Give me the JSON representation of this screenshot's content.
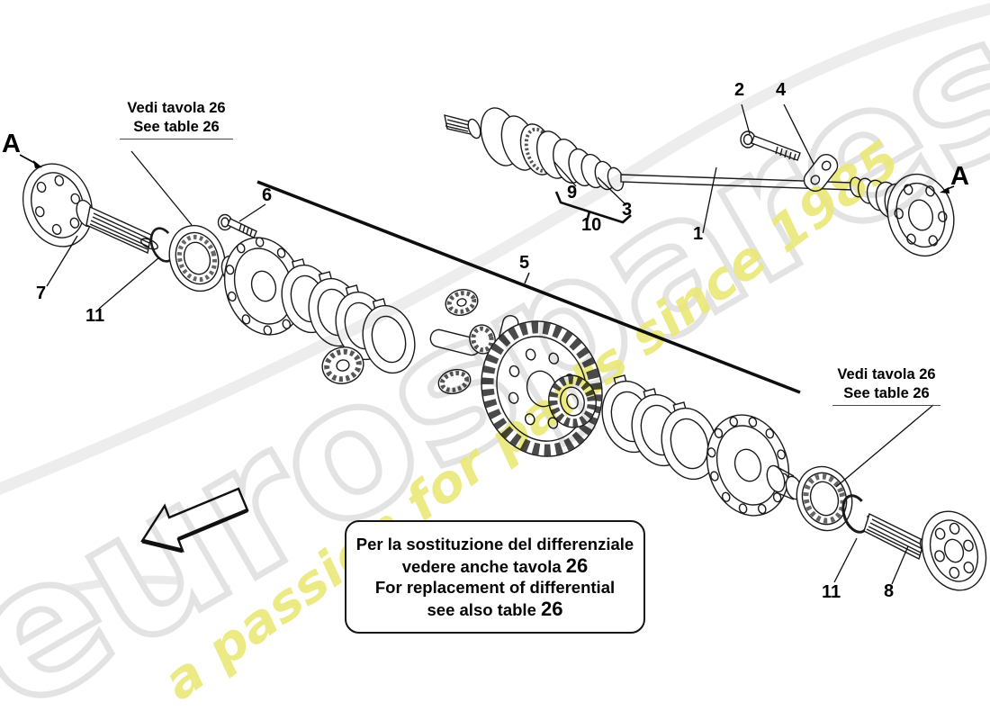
{
  "watermark": {
    "brand": "eurospares",
    "tagline": "a passion for parts since 1985",
    "brand_outline_color": "#e3e3e3",
    "tagline_color": "#eae878"
  },
  "annotations": {
    "section_marker": "A",
    "see_table_left": {
      "line1": "Vedi tavola  26",
      "line2": "See table  26"
    },
    "see_table_right": {
      "line1": "Vedi tavola  26",
      "line2": "See table  26"
    },
    "note_box": {
      "it1": "Per la sostituzione del differenziale",
      "it2": "vedere anche tavola ",
      "it2_num": "26",
      "en1": "For replacement of differential",
      "en2": "see  also table ",
      "en2_num": "26"
    }
  },
  "callouts": [
    {
      "label": "1"
    },
    {
      "label": "2"
    },
    {
      "label": "3"
    },
    {
      "label": "4"
    },
    {
      "label": "5"
    },
    {
      "label": "6"
    },
    {
      "label": "7"
    },
    {
      "label": "8"
    },
    {
      "label": "9"
    },
    {
      "label": "10"
    },
    {
      "label": "11"
    },
    {
      "label": "11"
    }
  ],
  "line_color": "#1a1a1a"
}
